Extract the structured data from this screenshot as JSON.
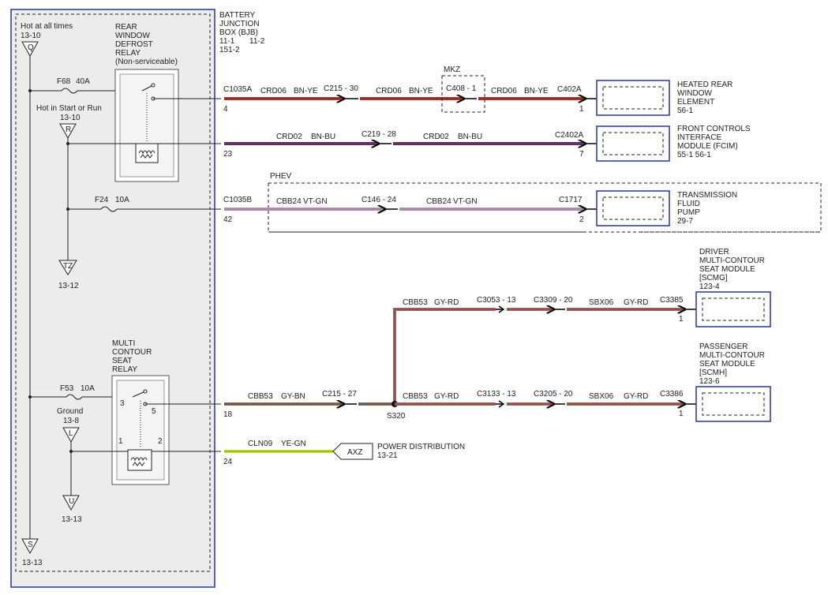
{
  "bjb": {
    "title_l1": "BATTERY",
    "title_l2": "JUNCTION",
    "title_l3": "BOX (BJB)",
    "ref_l1a": "11-1",
    "ref_l1b": "11-2",
    "ref_l2": "151-2"
  },
  "sources": {
    "hot_all": {
      "label": "Hot at all times",
      "ref": "13-10",
      "letter": "Q"
    },
    "hot_run": {
      "label": "Hot in Start or Run",
      "ref": "13-10",
      "letter": "R"
    },
    "tz": {
      "letter": "TZ",
      "ref": "13-12"
    },
    "ground": {
      "label": "Ground",
      "ref": "13-8",
      "letter": "L"
    },
    "u": {
      "letter": "U",
      "ref": "13-13"
    },
    "s": {
      "letter": "S",
      "ref": "13-13"
    }
  },
  "fuses": {
    "f68": {
      "name": "F68",
      "rating": "40A"
    },
    "f24": {
      "name": "F24",
      "rating": "10A"
    },
    "f53": {
      "name": "F53",
      "rating": "10A"
    }
  },
  "relays": {
    "defrost": {
      "l1": "REAR",
      "l2": "WINDOW",
      "l3": "DEFROST",
      "l4": "RELAY",
      "l5": "(Non-serviceable)"
    },
    "seat": {
      "l1": "MULTI",
      "l2": "CONTOUR",
      "l3": "SEAT",
      "l4": "RELAY",
      "pin3": "3",
      "pin5": "5",
      "pin1": "1",
      "pin2": "2"
    }
  },
  "circuits": {
    "c1": {
      "conn_left": "C1035A",
      "pin_left": "4",
      "wire1": "CRD06",
      "color1": "BN-YE",
      "inline1": "C215 - 30",
      "wire2": "CRD06",
      "color2": "BN-YE",
      "option": "MKZ",
      "inline2": "C408 - 1",
      "wire3": "CRD06",
      "color3": "BN-YE",
      "conn_right": "C402A",
      "pin_right": "1",
      "comp_l1": "HEATED REAR",
      "comp_l2": "WINDOW",
      "comp_l3": "ELEMENT",
      "comp_ref": "56-1"
    },
    "c2": {
      "pin_left": "23",
      "wire1": "CRD02",
      "color1": "BN-BU",
      "inline1": "C219 - 28",
      "wire2": "CRD02",
      "color2": "BN-BU",
      "conn_right": "C2402A",
      "pin_right": "7",
      "comp_l1": "FRONT CONTROLS",
      "comp_l2": "INTERFACE",
      "comp_l3": "MODULE (FCIM)",
      "comp_ref": "55-1   56-1"
    },
    "c3": {
      "option": "PHEV",
      "conn_left": "C1035B",
      "pin_left": "42",
      "wire1": "CBB24",
      "color1": "VT-GN",
      "inline1": "C146 - 24",
      "wire2": "CBB24",
      "color2": "VT-GN",
      "conn_right": "C1717",
      "pin_right": "2",
      "comp_l1": "TRANSMISSION",
      "comp_l2": "FLUID",
      "comp_l3": "PUMP",
      "comp_ref": "29-7"
    },
    "c4": {
      "pin_left": "18",
      "wire1": "CBB53",
      "color1": "GY-BN",
      "inline1": "C215 - 27",
      "splice": "S320",
      "upper": {
        "wire": "CBB53",
        "color": "GY-RD",
        "inline1": "C3053 - 13",
        "inline2": "C3309 - 20",
        "wire2": "SBX06",
        "color2": "GY-RD",
        "conn_right": "C3385",
        "pin_right": "1",
        "comp_l1": "DRIVER",
        "comp_l2": "MULTI-CONTOUR",
        "comp_l3": "SEAT MODULE",
        "comp_l4": "[SCMG]",
        "comp_ref": "123-4"
      },
      "lower": {
        "wire": "CBB53",
        "color": "GY-RD",
        "inline1": "C3133 - 13",
        "inline2": "C3205 - 20",
        "wire2": "SBX06",
        "color2": "GY-RD",
        "conn_right": "C3386",
        "pin_right": "1",
        "comp_l1": "PASSENGER",
        "comp_l2": "MULTI-CONTOUR",
        "comp_l3": "SEAT MODULE",
        "comp_l4": "[SCMH]",
        "comp_ref": "123-6"
      }
    },
    "c5": {
      "pin_left": "24",
      "wire1": "CLN09",
      "color1": "YE-GN",
      "ref_letters": "AXZ",
      "ref_l1": "POWER DISTRIBUTION",
      "ref_l2": "13-21"
    }
  },
  "wire_colors": {
    "bn_ye": "#c8242a",
    "bn_ye_stripe": "#7a3a1a",
    "bn_bu": "#7a2a2a",
    "bn_bu_stripe": "#3a3ab0",
    "vt_gn": "#c47fd0",
    "vt_gn_stripe": "#7aa86a",
    "gy_rd": "#777777",
    "gy_rd_stripe": "#c83030",
    "gy_bn": "#777777",
    "gy_bn_stripe": "#7a4a2a",
    "ye_gn": "#d8e020",
    "ye_gn_stripe": "#6aa84a",
    "component": "#3340a8"
  }
}
